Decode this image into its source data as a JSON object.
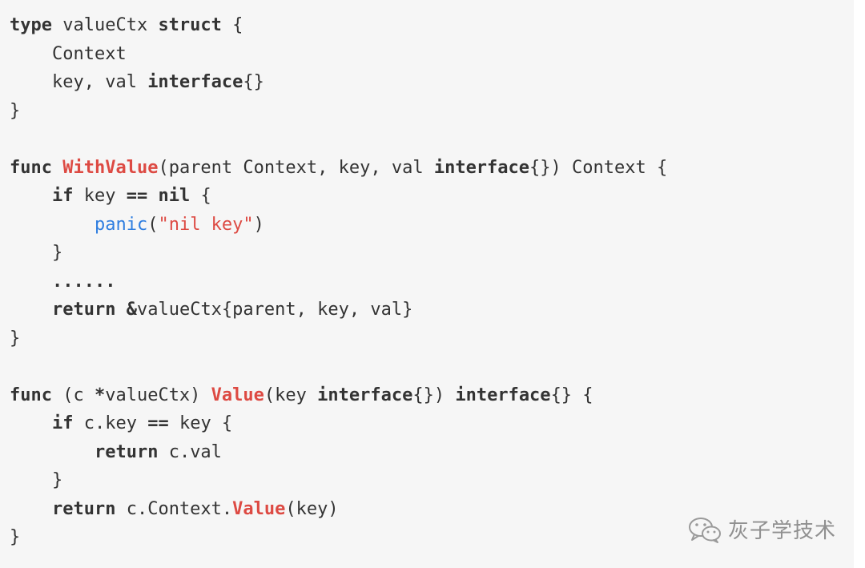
{
  "code": {
    "language": "go",
    "token_colors": {
      "keyword": "#333333",
      "function_name": "#dd4a43",
      "builtin": "#2f7ee0",
      "string": "#dd4a43",
      "plain": "#333333",
      "background": "#f6f6f6"
    },
    "lines": [
      [
        {
          "t": "kw",
          "v": "type"
        },
        {
          "t": "txt",
          "v": " valueCtx "
        },
        {
          "t": "kw",
          "v": "struct"
        },
        {
          "t": "txt",
          "v": " {"
        }
      ],
      [
        {
          "t": "txt",
          "v": "    Context"
        }
      ],
      [
        {
          "t": "txt",
          "v": "    key, val "
        },
        {
          "t": "kw",
          "v": "interface"
        },
        {
          "t": "txt",
          "v": "{}"
        }
      ],
      [
        {
          "t": "txt",
          "v": "}"
        }
      ],
      [],
      [
        {
          "t": "kw",
          "v": "func"
        },
        {
          "t": "txt",
          "v": " "
        },
        {
          "t": "fn",
          "v": "WithValue"
        },
        {
          "t": "txt",
          "v": "(parent Context, key, val "
        },
        {
          "t": "kw",
          "v": "interface"
        },
        {
          "t": "txt",
          "v": "{}) Context {"
        }
      ],
      [
        {
          "t": "txt",
          "v": "    "
        },
        {
          "t": "kw",
          "v": "if"
        },
        {
          "t": "txt",
          "v": " key "
        },
        {
          "t": "kw",
          "v": "=="
        },
        {
          "t": "txt",
          "v": " "
        },
        {
          "t": "kw",
          "v": "nil"
        },
        {
          "t": "txt",
          "v": " {"
        }
      ],
      [
        {
          "t": "txt",
          "v": "        "
        },
        {
          "t": "builtin",
          "v": "panic"
        },
        {
          "t": "txt",
          "v": "("
        },
        {
          "t": "str",
          "v": "\"nil key\""
        },
        {
          "t": "txt",
          "v": ")"
        }
      ],
      [
        {
          "t": "txt",
          "v": "    }"
        }
      ],
      [
        {
          "t": "txt",
          "v": "    "
        },
        {
          "t": "kw",
          "v": "......"
        }
      ],
      [
        {
          "t": "txt",
          "v": "    "
        },
        {
          "t": "kw",
          "v": "return"
        },
        {
          "t": "txt",
          "v": " "
        },
        {
          "t": "kw",
          "v": "&"
        },
        {
          "t": "txt",
          "v": "valueCtx{parent, key, val}"
        }
      ],
      [
        {
          "t": "txt",
          "v": "}"
        }
      ],
      [],
      [
        {
          "t": "kw",
          "v": "func"
        },
        {
          "t": "txt",
          "v": " (c "
        },
        {
          "t": "kw",
          "v": "*"
        },
        {
          "t": "txt",
          "v": "valueCtx) "
        },
        {
          "t": "fn",
          "v": "Value"
        },
        {
          "t": "txt",
          "v": "(key "
        },
        {
          "t": "kw",
          "v": "interface"
        },
        {
          "t": "txt",
          "v": "{}) "
        },
        {
          "t": "kw",
          "v": "interface"
        },
        {
          "t": "txt",
          "v": "{} {"
        }
      ],
      [
        {
          "t": "txt",
          "v": "    "
        },
        {
          "t": "kw",
          "v": "if"
        },
        {
          "t": "txt",
          "v": " c.key "
        },
        {
          "t": "kw",
          "v": "=="
        },
        {
          "t": "txt",
          "v": " key {"
        }
      ],
      [
        {
          "t": "txt",
          "v": "        "
        },
        {
          "t": "kw",
          "v": "return"
        },
        {
          "t": "txt",
          "v": " c.val"
        }
      ],
      [
        {
          "t": "txt",
          "v": "    }"
        }
      ],
      [
        {
          "t": "txt",
          "v": "    "
        },
        {
          "t": "kw",
          "v": "return"
        },
        {
          "t": "txt",
          "v": " c.Context."
        },
        {
          "t": "fn",
          "v": "Value"
        },
        {
          "t": "txt",
          "v": "(key)"
        }
      ],
      [
        {
          "t": "txt",
          "v": "}"
        }
      ]
    ]
  },
  "watermark": {
    "icon": "wechat-icon",
    "text": "灰子学技术"
  }
}
